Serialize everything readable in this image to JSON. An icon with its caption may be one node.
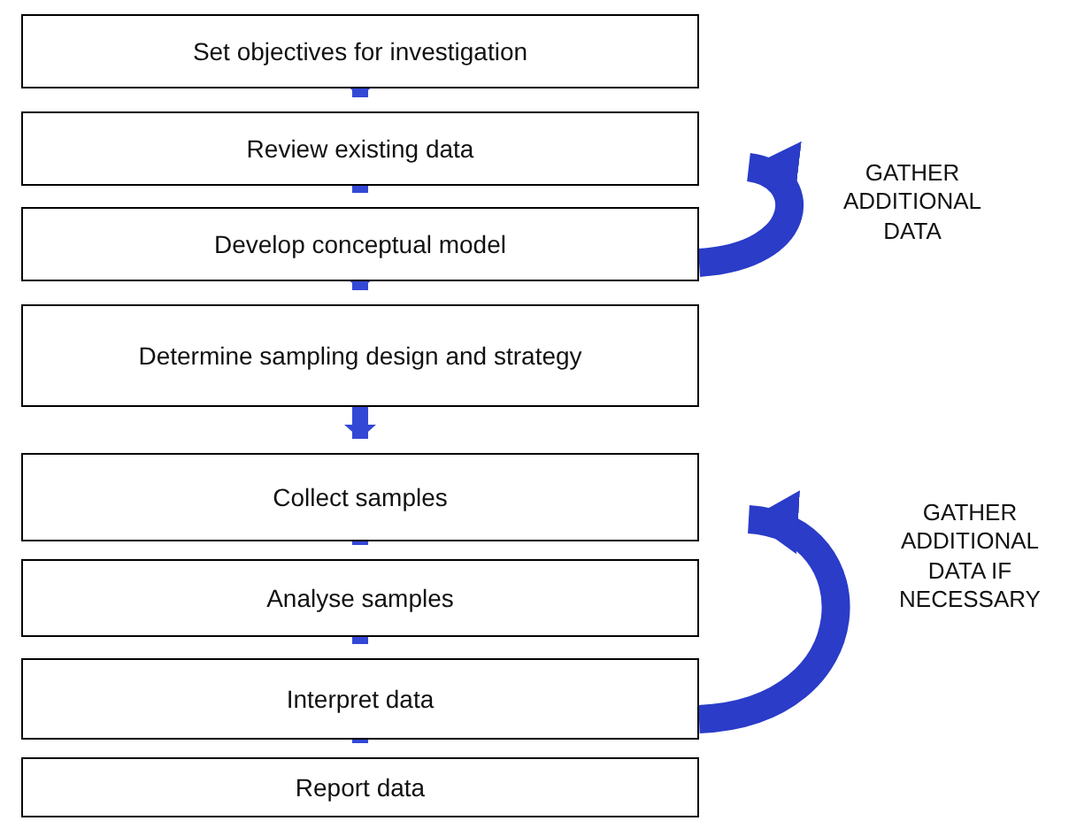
{
  "diagram": {
    "nodes": [
      {
        "text": [
          "Set objectives for investigation"
        ]
      },
      {
        "text": [
          "Review existing data"
        ]
      },
      {
        "text": [
          "Develop conceptual model"
        ]
      },
      {
        "text": [
          "Determine sampling design and strategy"
        ]
      },
      {
        "text": [
          "Collect samples"
        ]
      },
      {
        "text": [
          "Analyse samples"
        ]
      },
      {
        "text": [
          "Interpret data"
        ]
      },
      {
        "text": [
          "Report data"
        ]
      }
    ],
    "edges": [
      {
        "from": 0,
        "to": 1,
        "arrow": "to"
      },
      {
        "from": 1,
        "to": 2,
        "arrow": "to"
      },
      {
        "from": 2,
        "to": 3,
        "arrow": "to"
      },
      {
        "from": 3,
        "to": 4,
        "arrow": "to"
      },
      {
        "from": 4,
        "to": 5,
        "arrow": "to"
      },
      {
        "from": 5,
        "to": 6,
        "arrow": "to"
      },
      {
        "from": 6,
        "to": 7,
        "arrow": "to"
      },
      {
        "from": 2,
        "to": 1,
        "arrow": "to",
        "label": "GATHER ADDITIONAL DATA"
      },
      {
        "from": 6,
        "to": 4,
        "arrow": "to",
        "label": "GATHER ADDITIONAL DATA IF NECESSARY"
      }
    ]
  }
}
